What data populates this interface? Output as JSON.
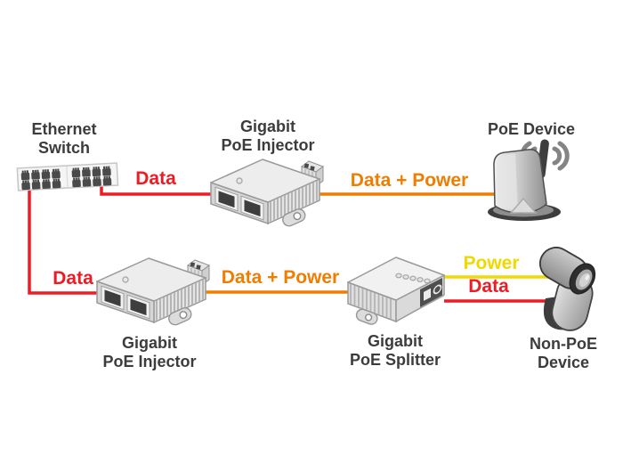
{
  "colors": {
    "data": "#ED1C24",
    "data_power": "#F07D00",
    "power": "#EFD900",
    "label_text": "#3C3C3C",
    "background": "#FFFFFF"
  },
  "nodes": {
    "ethernet_switch": {
      "label": "Ethernet\nSwitch"
    },
    "injector_top": {
      "label": "Gigabit\nPoE Injector"
    },
    "poe_device": {
      "label": "PoE Device"
    },
    "injector_bottom": {
      "label": "Gigabit\nPoE Injector"
    },
    "splitter": {
      "label": "Gigabit\nPoE Splitter"
    },
    "non_poe_device": {
      "label": "Non-PoE\nDevice"
    }
  },
  "connections": [
    {
      "from": "ethernet_switch",
      "to": "injector_top",
      "label": "Data",
      "color": "#ED1C24"
    },
    {
      "from": "injector_top",
      "to": "poe_device",
      "label": "Data + Power",
      "color": "#F07D00"
    },
    {
      "from": "ethernet_switch",
      "to": "injector_bottom",
      "label": "Data",
      "color": "#ED1C24"
    },
    {
      "from": "injector_bottom",
      "to": "splitter",
      "label": "Data + Power",
      "color": "#F07D00"
    },
    {
      "from": "splitter",
      "to": "non_poe_device",
      "label": "Power",
      "color": "#EFD900"
    },
    {
      "from": "splitter",
      "to": "non_poe_device",
      "label": "Data",
      "color": "#ED1C24"
    }
  ]
}
